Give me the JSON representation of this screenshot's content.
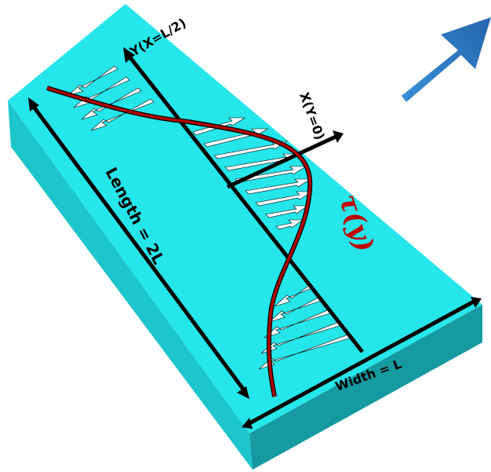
{
  "labels": {
    "y_axis": "Y(X=L/2)",
    "x_axis": "X(Y=0)",
    "length": "Length = 2L",
    "width": "Width = L",
    "stress": "τ(y)"
  },
  "colors": {
    "slab_top": "#25e6ea",
    "slab_front": "#1cc6cc",
    "slab_side": "#149aa0",
    "curve": "#b00000",
    "arrow_fill": "#ffffff",
    "axis": "#000000",
    "big_arrow": "#2d7fc7"
  },
  "icons": {
    "corner_arrow": "arrow-up-right-icon"
  }
}
